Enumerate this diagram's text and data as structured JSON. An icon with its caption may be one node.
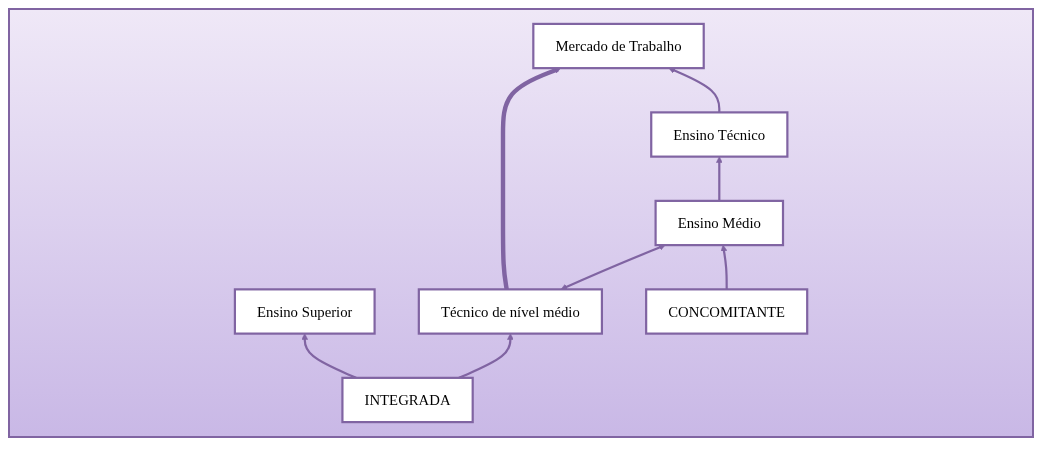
{
  "diagram": {
    "nodes": [
      {
        "text": [
          "Ensino Superior"
        ]
      },
      {
        "text": [
          "Mercado de Trabalho"
        ]
      },
      {
        "text": [
          "INTEGRADA"
        ]
      },
      {
        "text": [
          "Técnico de nível médio"
        ]
      },
      {
        "text": [
          "CONCOMITANTE"
        ]
      },
      {
        "text": [
          "Ensino Médio"
        ]
      },
      {
        "text": [
          "Ensino Técnico"
        ]
      }
    ],
    "edges": [
      {
        "from": 2,
        "to": 0,
        "arrow": "to"
      },
      {
        "from": 2,
        "to": 3,
        "arrow": "to"
      },
      {
        "from": 3,
        "to": 1,
        "arrow": "to",
        "style": "thick"
      },
      {
        "from": 3,
        "to": 5,
        "arrow": "both"
      },
      {
        "from": 4,
        "to": 5,
        "arrow": "to"
      },
      {
        "from": 5,
        "to": 6,
        "arrow": "to"
      },
      {
        "from": 6,
        "to": 1,
        "arrow": "to"
      }
    ]
  }
}
